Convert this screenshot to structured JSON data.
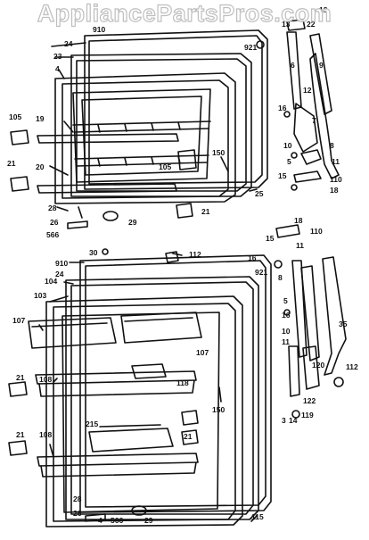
{
  "watermark": "AppliancePartsPros.com",
  "upper_door_labels": [
    "18",
    "13",
    "22",
    "921",
    "24",
    "23",
    "4",
    "6",
    "9",
    "12",
    "16",
    "7",
    "10",
    "8",
    "11",
    "105",
    "19",
    "105",
    "150",
    "5",
    "15",
    "110",
    "18",
    "25",
    "20",
    "21",
    "28",
    "26",
    "566",
    "29",
    "21"
  ],
  "lower_door_labels": [
    "18",
    "110",
    "15",
    "11",
    "30",
    "112",
    "16",
    "921",
    "910",
    "104",
    "24",
    "103",
    "8",
    "5",
    "107",
    "16",
    "35",
    "10",
    "118",
    "107",
    "11",
    "120",
    "21",
    "108",
    "150",
    "122",
    "119",
    "3",
    "14",
    "215",
    "21",
    "21",
    "108",
    "28",
    "26",
    "4",
    "566",
    "29",
    "115",
    "112"
  ],
  "tag_value": "910"
}
